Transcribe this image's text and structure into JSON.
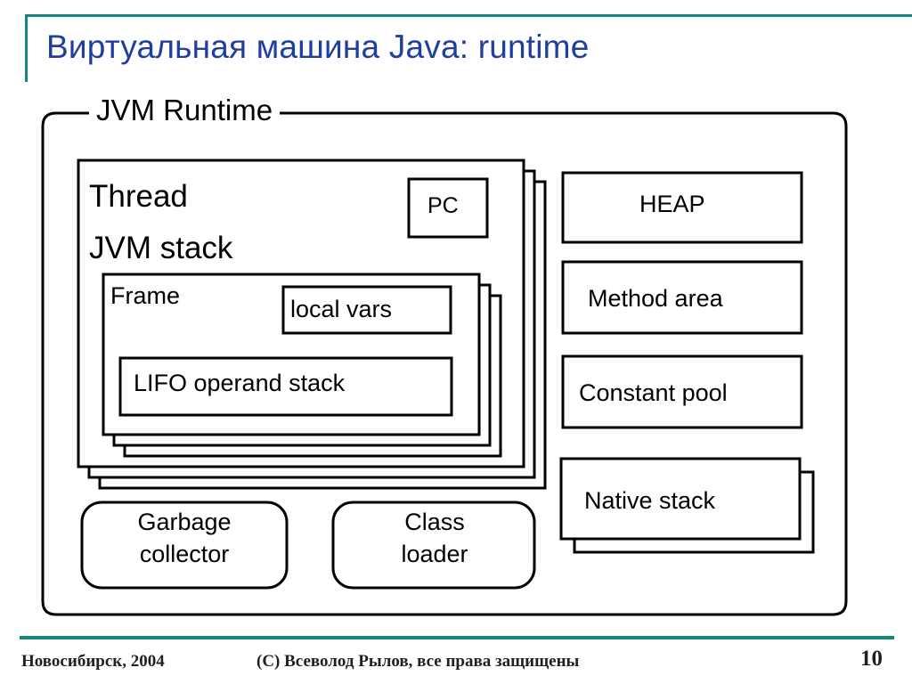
{
  "slide": {
    "title": "Виртуальная машина Java: runtime",
    "title_color": "#1F3E9E",
    "accent_color": "#19857F",
    "page_number": "10"
  },
  "diagram": {
    "group_label": "JVM Runtime",
    "thread_card": {
      "line1": "Thread",
      "line2": "JVM stack",
      "pc_box": "PC",
      "stack_copies": 2
    },
    "frame_card": {
      "label": "Frame",
      "local_vars": "local vars",
      "operand_stack": "LIFO operand stack",
      "stack_copies": 2
    },
    "rounded_boxes": [
      {
        "line1": "Garbage",
        "line2": "collector"
      },
      {
        "line1": "Class",
        "line2": "loader"
      }
    ],
    "memory_areas": [
      {
        "label": "HEAP",
        "align": "center",
        "stack_copies": 0
      },
      {
        "label": "Method area",
        "align": "left",
        "stack_copies": 0
      },
      {
        "label": "Constant pool",
        "align": "left",
        "stack_copies": 0
      },
      {
        "label": "Native stack",
        "align": "left",
        "stack_copies": 1
      }
    ]
  },
  "footer": {
    "left": "Новосибирск, 2004",
    "center": "(С) Всеволод Рылов, все права защищены",
    "page": "10"
  }
}
